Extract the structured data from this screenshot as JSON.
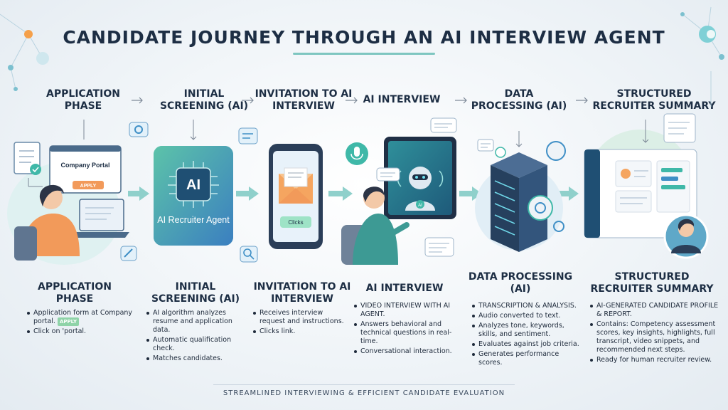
{
  "title": "CANDIDATE JOURNEY THROUGH AN AI INTERVIEW AGENT",
  "footer": "STREAMLINED INTERVIEWING & EFFICIENT CANDIDATE EVALUATION",
  "stages": [
    {
      "head": "APPLICATION PHASE",
      "title": "APPLICATION PHASE",
      "bullets": [
        "Application form at Company portal.",
        "Click on 'portal."
      ],
      "apply_tag": "APPLY"
    },
    {
      "head": "INITIAL SCREENING (AI)",
      "title": "INITIAL SCREENING (AI)",
      "bullets": [
        "AI algorithm analyzes resume and application data.",
        "Automatic qualification check.",
        "Matches candidates."
      ]
    },
    {
      "head": "INVITATION TO AI INTERVIEW",
      "title": "INVITATION TO AI INTERVIEW",
      "bullets": [
        "Receives interview request and instructions.",
        "Clicks link."
      ]
    },
    {
      "head": "AI INTERVIEW",
      "title": "AI INTERVIEW",
      "bullets": [
        "VIDEO INTERVIEW WITH AI AGENT.",
        "Answers behavioral and technical questions in real-time.",
        "Conversational interaction."
      ]
    },
    {
      "head": "DATA PROCESSING (AI)",
      "title": "DATA PROCESSING (AI)",
      "bullets": [
        "TRANSCRIPTION & ANALYSIS.",
        "Audio converted to text.",
        "Analyzes tone, keywords, skills, and sentiment.",
        "Evaluates against job criteria.",
        "Generates performance scores."
      ]
    },
    {
      "head": "STRUCTURED RECRUITER SUMMARY",
      "title": "STRUCTURED RECRUITER SUMMARY",
      "bullets": [
        "AI-GENERATED CANDIDATE PROFILE & REPORT.",
        "Contains: Competency assessment scores, key insights, highlights, full transcript, video snippets, and recommended next steps.",
        "Ready for human recruiter review."
      ]
    }
  ],
  "illustration": {
    "portal_label": "Company Portal",
    "apply_button": "APPLY",
    "ai_chip": "AI",
    "ai_agent_label": "AI Recruiter Agent",
    "clicks_button": "Clicks",
    "robot_chip": "AI"
  },
  "colors": {
    "accent": "#3fb8a8",
    "navy": "#1d2e44",
    "arrow": "#8fd0cb",
    "blue": "#3f8fc6"
  }
}
